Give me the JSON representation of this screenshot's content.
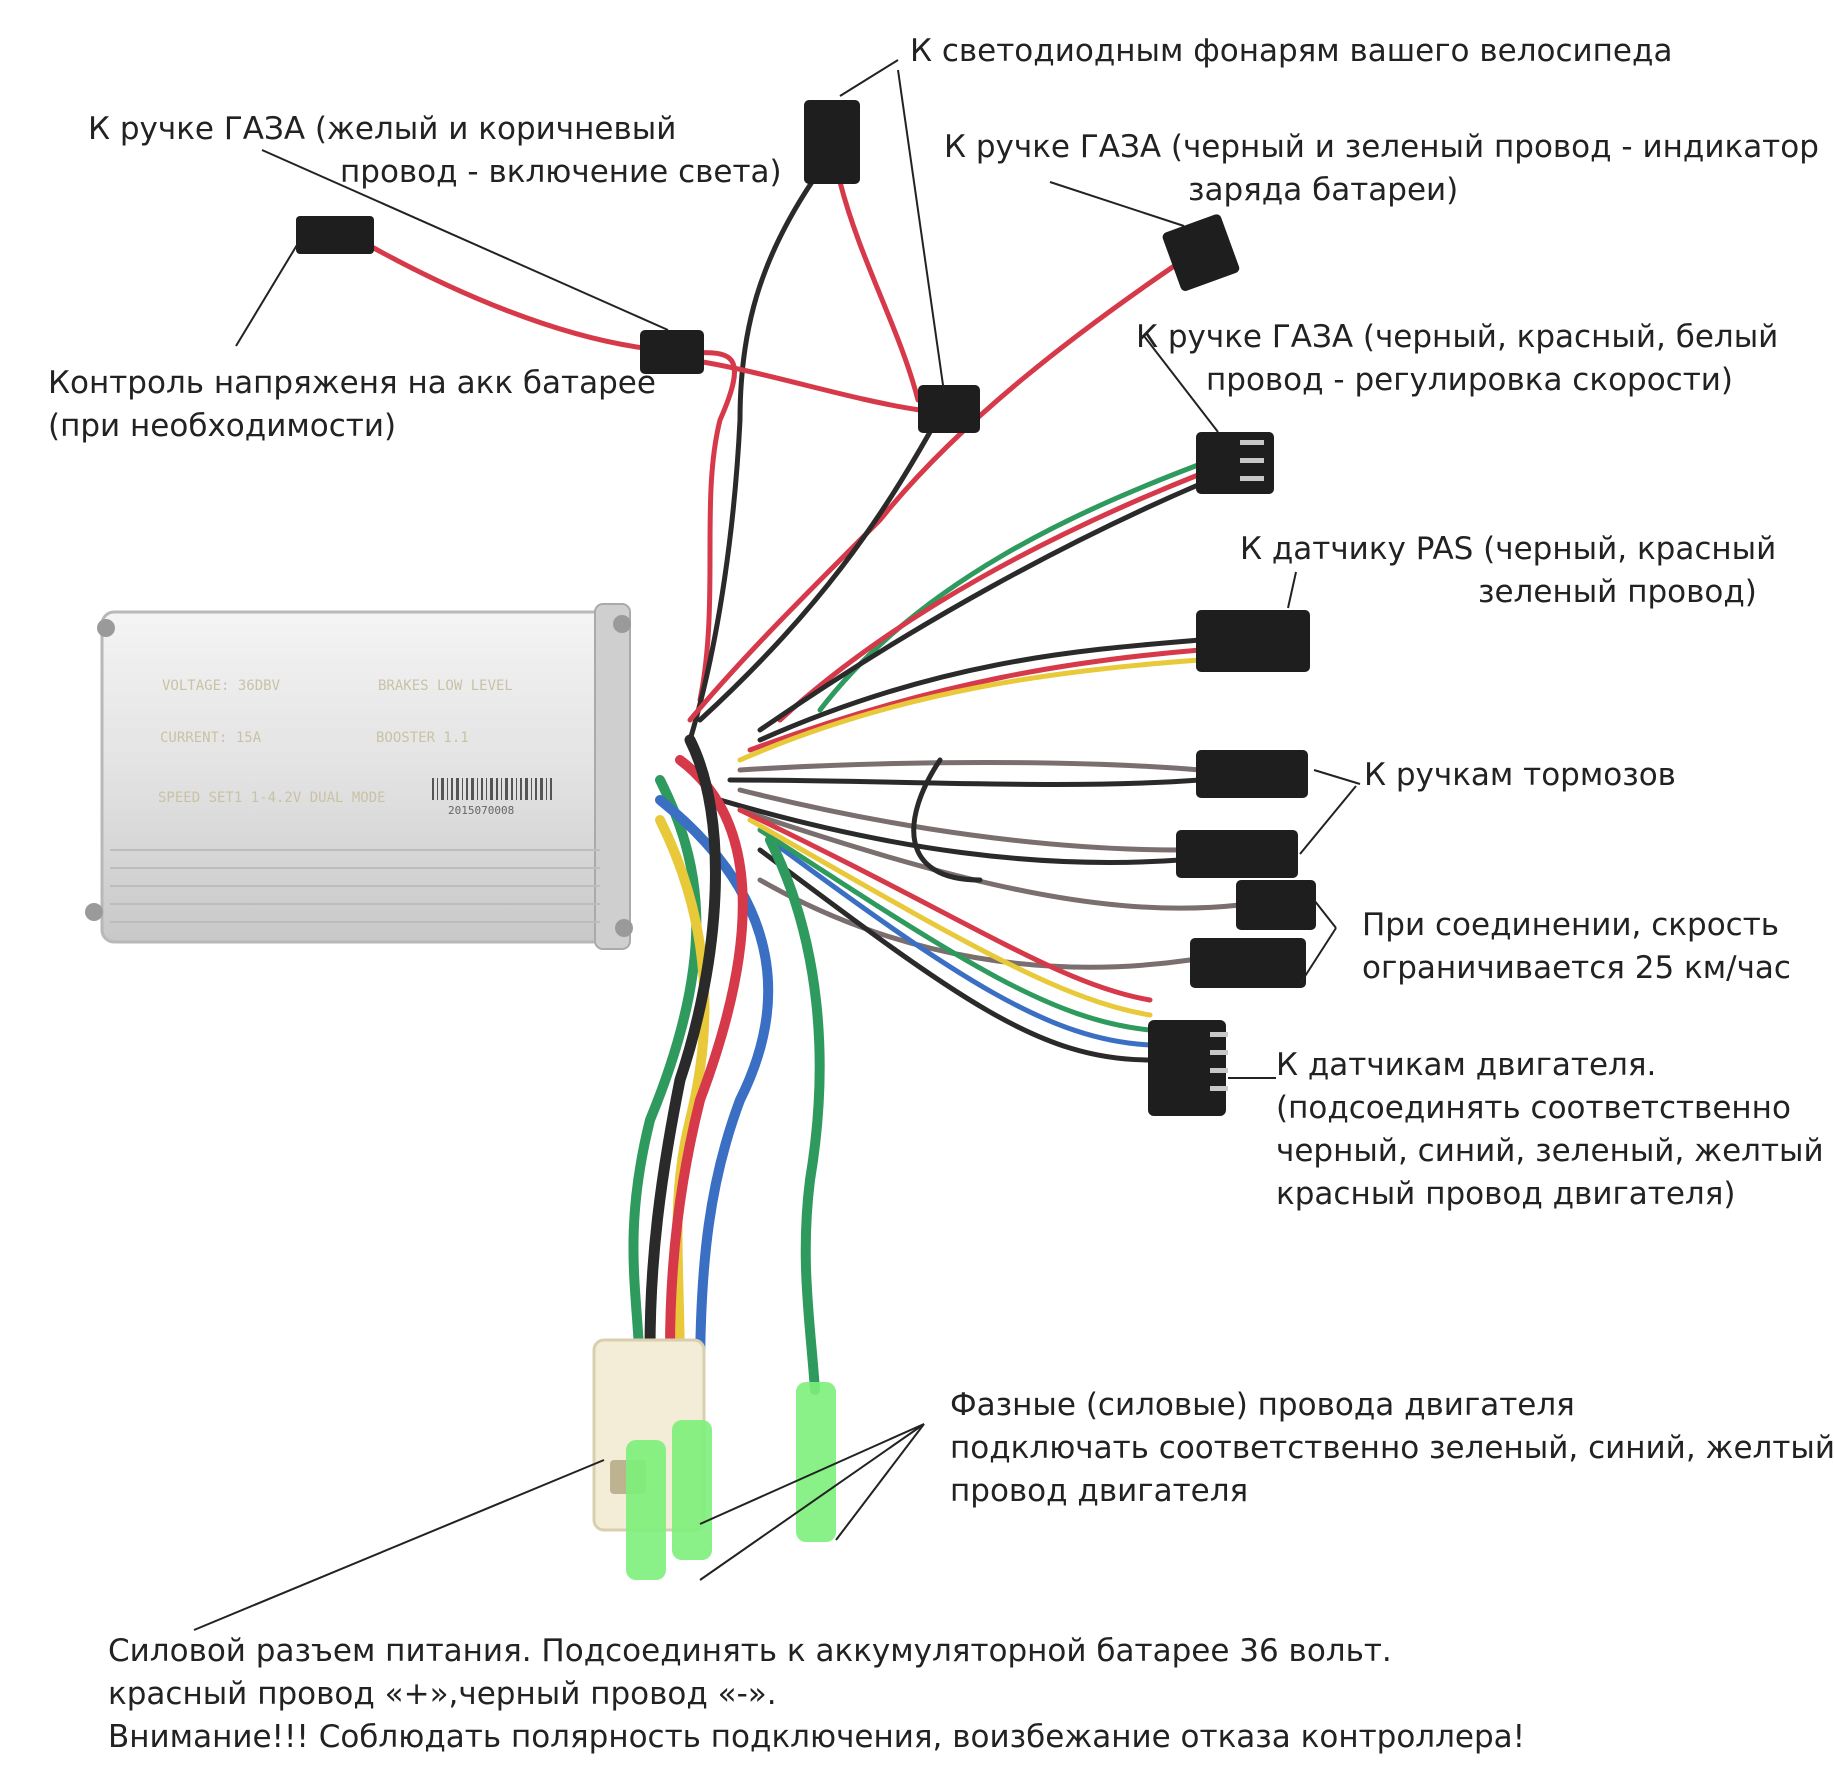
{
  "controller": {
    "printed": {
      "voltage": "VOLTAGE: 36DBV",
      "current": "CURRENT: 15A",
      "speed": "SPEED SET1 1-4.2V DUAL MODE",
      "brakes": "BRAKES LOW LEVEL",
      "booster": "BOOSTER 1.1",
      "serial": "2015070008"
    }
  },
  "labels": {
    "led_lights": [
      "К светодиодным фонарям вашего велосипеда"
    ],
    "throttle_light": [
      "К ручке ГАЗА (желый и коричневый",
      "провод - включение света)"
    ],
    "throttle_battery_indicator": [
      "К ручке ГАЗА (черный и зеленый провод - индикатор",
      "заряда батареи)"
    ],
    "battery_voltage": [
      "Контроль напряженя на акк батарее",
      "(при необходимости)"
    ],
    "throttle_speed": [
      "К ручке ГАЗА (черный, красный, белый",
      "провод - регулировка скорости)"
    ],
    "pas_sensor": [
      "К датчику PAS (черный, красный",
      "зеленый провод)"
    ],
    "brakes": [
      "К ручкам тормозов"
    ],
    "speed_limit": [
      "При соединении, скрость",
      "ограничивается 25 км/час"
    ],
    "motor_sensors": [
      "К датчикам двигателя.",
      "(подсоединять соответственно",
      "черный, синий, зеленый, желтый",
      "красный провод двигателя)"
    ],
    "phase_wires": [
      "Фазные (силовые) провода двигателя",
      "подключать соответственно зеленый, синий, желтый",
      "провод двигателя"
    ],
    "power_connector": [
      "Силовой разъем питания. Подсоединять к аккумуляторной батарее 36 вольт.",
      "красный провод «+»,черный провод «-».",
      "Внимание!!! Соблюдать полярность подключения, воизбежание отказа контроллера!"
    ]
  },
  "colors": {
    "red": "#d63a4a",
    "black": "#2a2a2a",
    "green": "#2e9a5e",
    "yellow": "#e8c93a",
    "blue": "#3a6fc4",
    "brown": "#6a5a5a",
    "grey": "#7a6e6e",
    "connector": "#1e1e1e",
    "insulator": "#7cf07a",
    "power_plug": "#f3ecd6",
    "aluminium": "#dcdcdc"
  }
}
